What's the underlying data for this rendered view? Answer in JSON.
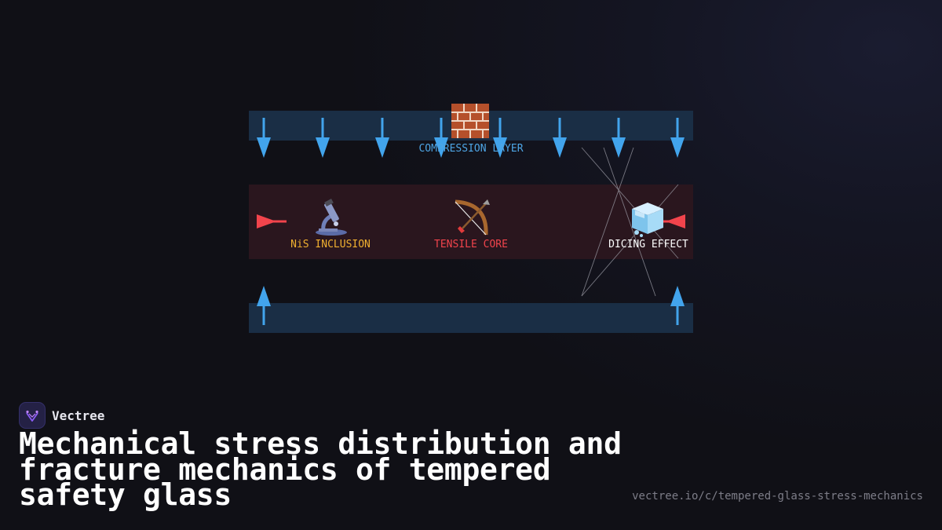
{
  "diagram": {
    "compression_label": "COMPRESSION LAYER",
    "tensile_label": "TENSILE CORE",
    "nis_label": "NiS INCLUSION",
    "dicing_label": "DICING EFFECT",
    "icons": {
      "compression": "brick-icon",
      "nis": "microscope-icon",
      "tensile": "bow-and-arrow-icon",
      "dicing": "ice-cube-icon"
    },
    "colors": {
      "compression_band": "#1a2e45",
      "tensile_band": "#2a161e",
      "compression_arrow": "#42a4ec",
      "tensile_arrow": "#f2444c",
      "compression_text": "#4ea6e6",
      "tensile_text": "#f2444c",
      "nis_text": "#f0b030",
      "dicing_text": "#ffffff"
    }
  },
  "brand": {
    "name": "Vectree"
  },
  "title": "Mechanical stress distribution and fracture mechanics of tempered safety glass",
  "url": "vectree.io/c/tempered-glass-stress-mechanics"
}
